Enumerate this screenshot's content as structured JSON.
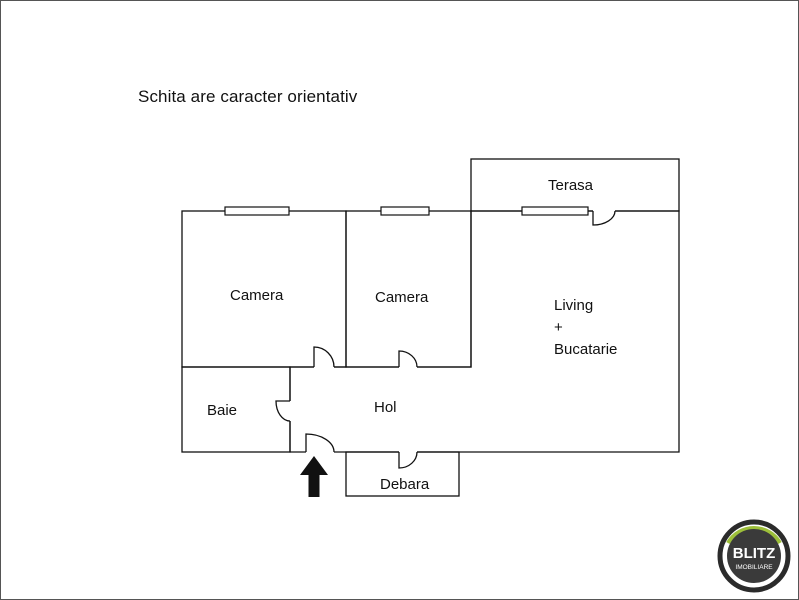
{
  "note": "Schita are caracter orientativ",
  "rooms": {
    "terasa": "Terasa",
    "camera_1": "Camera",
    "camera_2": "Camera",
    "living_line1": "Living",
    "living_line2": "+",
    "living_line3": "Bucatarie",
    "baie": "Baie",
    "hol": "Hol",
    "debara": "Debara"
  },
  "logo": {
    "line1": "BLITZ",
    "line2": "IMOBILIARE"
  },
  "colors": {
    "walls": "#111111",
    "logo_ring_dark": "#2b2b2b",
    "logo_ring_accent": "#9dbf3a"
  }
}
